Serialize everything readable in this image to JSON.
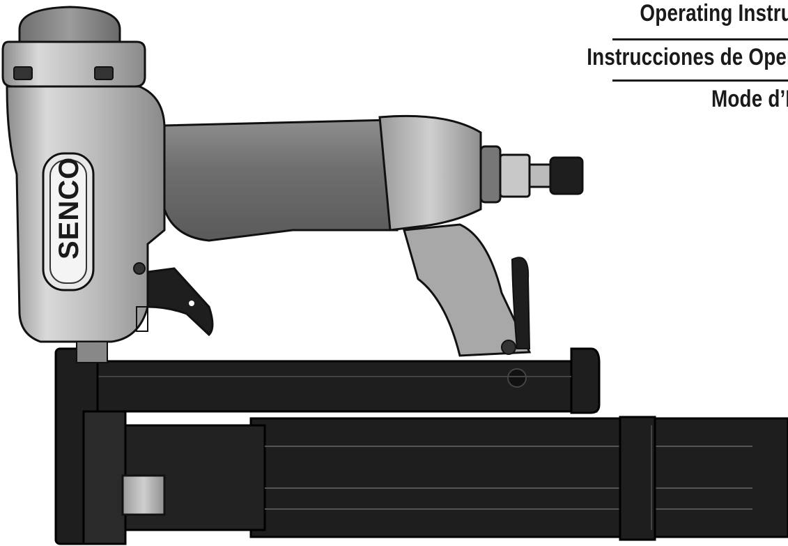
{
  "header": {
    "title_en": "Operating Instructi",
    "title_es": "Instrucciones de Operac",
    "title_fr": "Mode d’Em"
  },
  "product": {
    "brand": "SENCO",
    "icon": "pneumatic-stapler-illustration"
  },
  "colors": {
    "body_silver": "#b8b8b8",
    "handle_gray": "#7a7a7a",
    "magazine_black": "#1a1a1a",
    "text": "#1a1a1a"
  }
}
